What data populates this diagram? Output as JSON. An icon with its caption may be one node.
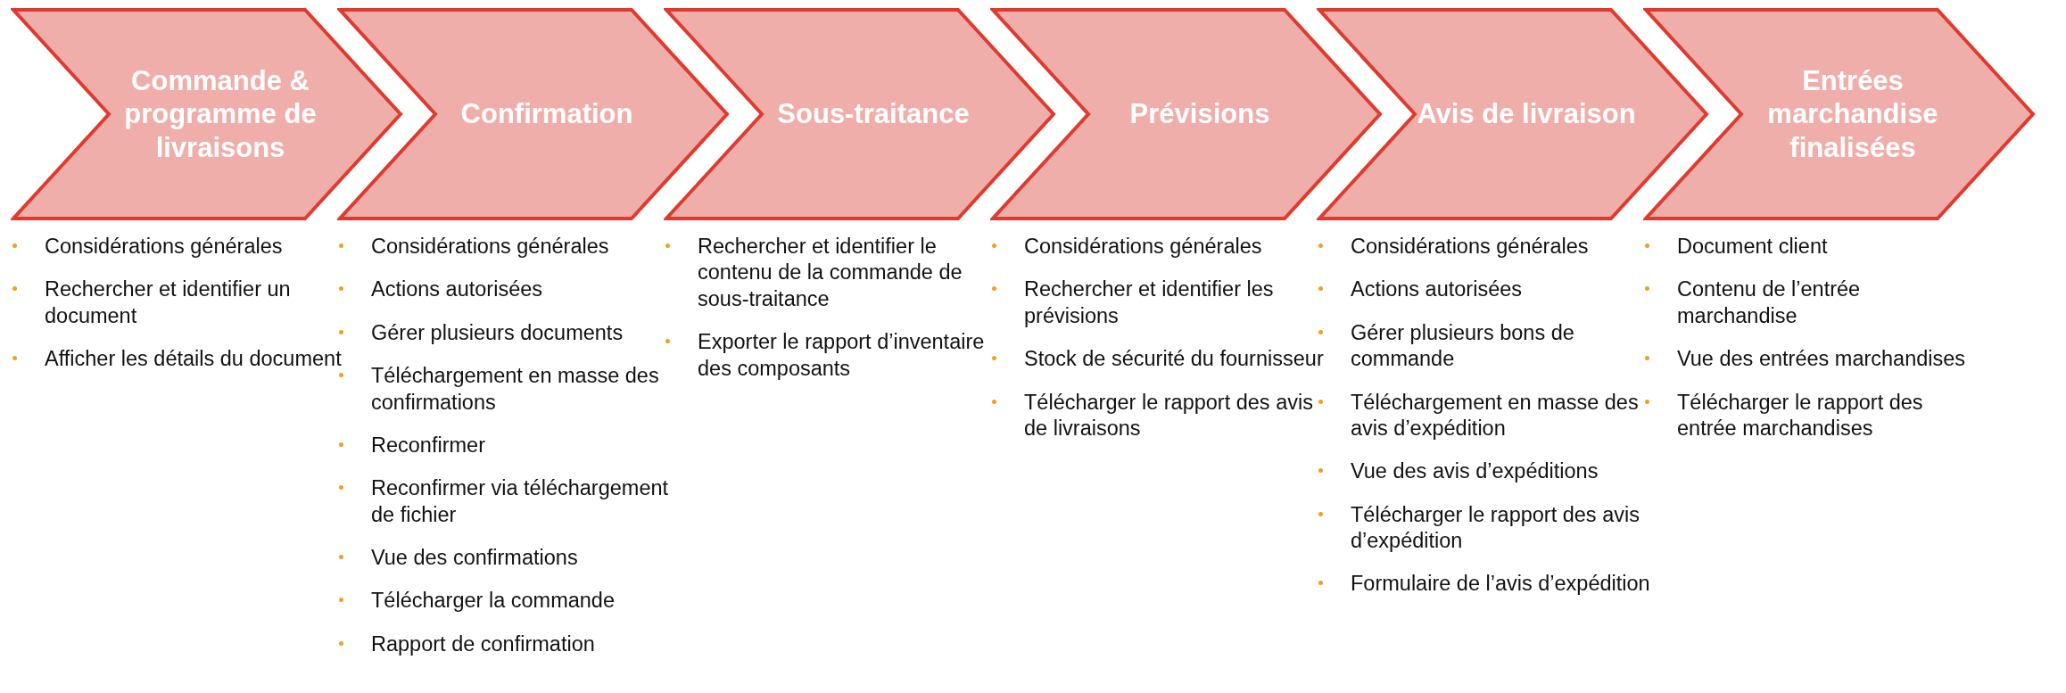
{
  "diagram": {
    "nodes": [
      {
        "text": [
          "Commande & programme de livraisons"
        ],
        "beside": [
          "Considérations générales",
          "Rechercher et identifier un document",
          "Afficher les détails du document"
        ]
      },
      {
        "text": [
          "Confirmation"
        ],
        "beside": [
          "Considérations générales",
          "Actions autorisées",
          "Gérer plusieurs documents",
          "Téléchargement en masse des confirmations",
          "Reconfirmer",
          "Reconfirmer via téléchargement de fichier",
          "Vue des confirmations",
          "Télécharger la commande",
          "Rapport de confirmation"
        ]
      },
      {
        "text": [
          "Sous-traitance"
        ],
        "beside": [
          "Rechercher et identifier le contenu de la commande de sous-traitance",
          "Exporter le rapport d’inventaire des composants"
        ]
      },
      {
        "text": [
          "Prévisions"
        ],
        "beside": [
          "Considérations générales",
          "Rechercher et identifier les prévisions",
          "Stock de sécurité du fournisseur",
          "Télécharger le rapport des avis de livraisons"
        ]
      },
      {
        "text": [
          "Avis de livraison"
        ],
        "beside": [
          "Considérations générales",
          "Actions autorisées",
          "Gérer plusieurs bons de commande",
          "Téléchargement en masse des avis d’expédition",
          "Vue des avis d’expéditions",
          "Télécharger le rapport des avis d’expédition",
          "Formulaire de l’avis d’expédition"
        ]
      },
      {
        "text": [
          "Entrées marchandise finalisées"
        ],
        "beside": [
          "Document client",
          "Contenu de l’entrée marchandise",
          "Vue des entrées marchandises",
          "Télécharger le rapport des entrée marchandises"
        ]
      }
    ]
  }
}
